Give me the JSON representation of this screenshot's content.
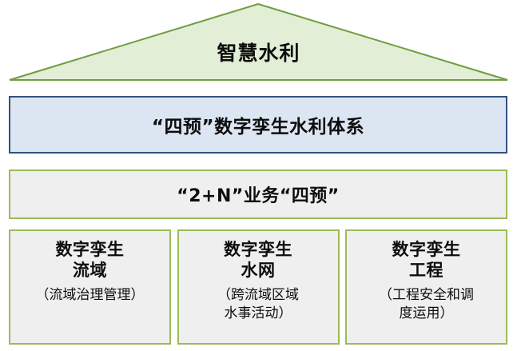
{
  "diagram": {
    "type": "house-hierarchy",
    "colors": {
      "roof_fill": "#e3eed6",
      "roof_stroke": "#6f9d41",
      "blue_fill": "#dce6f2",
      "blue_stroke": "#33527e",
      "gray_fill": "#efefef",
      "green_stroke": "#9bbb59",
      "text": "#0d0d0d",
      "background": "#ffffff"
    },
    "roof": {
      "label": "智慧水利"
    },
    "bands": [
      {
        "id": "digital-twin-system",
        "label": "“四预”数字孪生水利体系",
        "fill": "#dce6f2",
        "stroke": "#33527e"
      },
      {
        "id": "business-four-forecasts",
        "label": "“2+N”业务“四预”",
        "fill": "#efefef",
        "stroke": "#9bbb59"
      }
    ],
    "pillars": [
      {
        "id": "digital-twin-basin",
        "title": "数字孪生\n流域",
        "subtitle": "（流域治理管理）"
      },
      {
        "id": "digital-twin-water-network",
        "title": "数字孪生\n水网",
        "subtitle": "（跨流域区域\n水事活动）"
      },
      {
        "id": "digital-twin-project",
        "title": "数字孪生\n工程",
        "subtitle": "（工程安全和调\n度运用）"
      }
    ]
  }
}
